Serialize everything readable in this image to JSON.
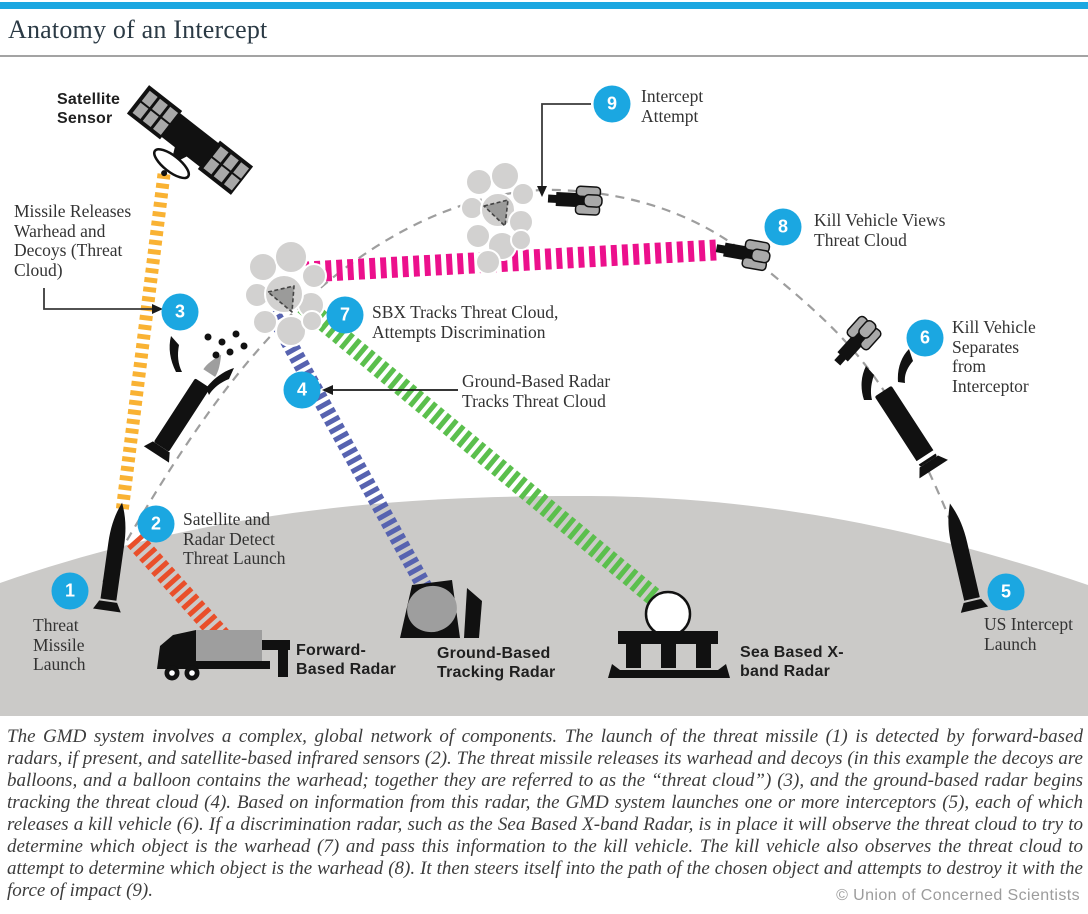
{
  "header": {
    "title": "Anatomy of an Intercept"
  },
  "steps": [
    {
      "num": "1",
      "label": "Threat Missile Launch"
    },
    {
      "num": "2",
      "label": "Satellite and Radar Detect Threat Launch"
    },
    {
      "num": "3",
      "label": "Missile Releases Warhead and Decoys (Threat Cloud)"
    },
    {
      "num": "4",
      "label": "Ground-Based Radar Tracks Threat Cloud"
    },
    {
      "num": "5",
      "label": "US Intercept Launch"
    },
    {
      "num": "6",
      "label": "Kill Vehicle Separates from Interceptor"
    },
    {
      "num": "7",
      "label": "SBX Tracks Threat Cloud, Attempts Discrimination"
    },
    {
      "num": "8",
      "label": "Kill Vehicle Views Threat Cloud"
    },
    {
      "num": "9",
      "label": "Intercept Attempt"
    }
  ],
  "equipment": {
    "satellite": "Satellite Sensor",
    "forward_radar": "Forward-Based Radar",
    "ground_radar": "Ground-Based Tracking Radar",
    "sbx_radar": "Sea Based X-band Radar"
  },
  "icons": [
    "satellite-icon",
    "threat-missile-icon",
    "separating-missile-icon",
    "threat-cloud-icon",
    "kill-vehicle-icon",
    "interceptor-missile-icon",
    "interceptor-separation-icon",
    "forward-based-radar-icon",
    "ground-based-tracking-radar-icon",
    "sea-based-x-band-radar-icon",
    "trajectory-arc",
    "step-badge"
  ],
  "colors": {
    "accent_badge": "#1BA7E1",
    "satellite_beam": "#F9B233",
    "forward_radar_beam": "#E94F2A",
    "ground_radar_beam": "#5763B0",
    "sbx_beam": "#5BBF4D",
    "kill_vehicle_view_beam": "#EC108C",
    "ground": "#CBCAC8",
    "cloud": "#D2D1D0",
    "trajectory": "#9E9E9E"
  },
  "caption": "The GMD system involves a complex, global network of components. The launch of the threat missile (1) is detected by forward-based radars, if present, and satellite-based infrared sensors (2). The threat missile releases its warhead and decoys (in this example the decoys are balloons, and a balloon contains the warhead; together they are referred to as the “threat cloud”) (3), and the ground-based radar begins tracking the threat cloud (4). Based on information from this radar, the GMD system launches one or more interceptors (5), each of which releases a kill vehicle (6). If a discrimination radar, such as the Sea Based X-band Radar, is in place it will observe the threat cloud to try to determine which object is the warhead (7) and pass this information to the kill vehicle. The kill vehicle also observes the threat cloud to attempt to determine which object is the warhead (8). It then steers itself into the path of the chosen object and attempts to destroy it with the force of impact (9).",
  "footer": {
    "credit": "© Union of Concerned Scientists"
  }
}
